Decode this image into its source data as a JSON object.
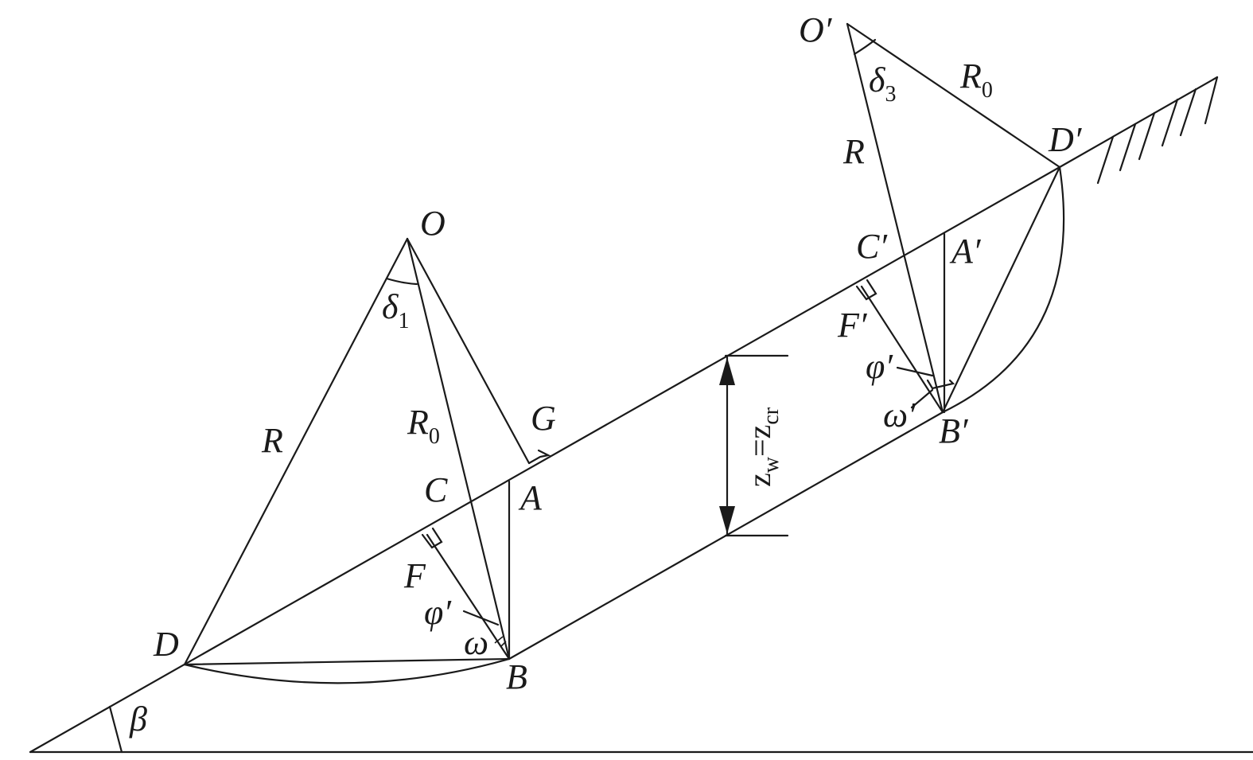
{
  "labels": {
    "O": "O",
    "O_prime": "O′",
    "D": "D",
    "D_prime": "D′",
    "B": "B",
    "B_prime": "B′",
    "C": "C",
    "C_prime": "C′",
    "A": "A",
    "A_prime": "A′",
    "F": "F",
    "F_prime": "F′",
    "G": "G",
    "beta": "β",
    "R_left": "R",
    "R_right": "R",
    "R0_left": "R",
    "R0_left_sub": "0",
    "R0_right": "R",
    "R0_right_sub": "0",
    "delta1": "δ",
    "delta1_sub": "1",
    "delta3": "δ",
    "delta3_sub": "3",
    "phi_left": "φ′",
    "phi_right": "φ′",
    "omega_left": "ω",
    "omega_right": "ω′",
    "zw": "z",
    "zw_sub": "w",
    "equals": "=",
    "zcr": "z",
    "zcr_sub": "cr"
  }
}
